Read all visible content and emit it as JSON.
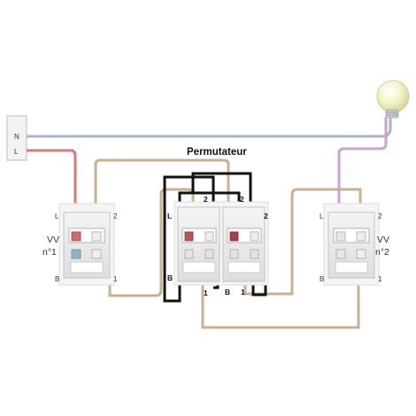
{
  "supply": {
    "neutral_label": "N",
    "live_label": "L"
  },
  "permutateur": {
    "title": "Permutateur",
    "left_block": {
      "top_label": "2",
      "left_label": "L",
      "bottom_left_label": "B",
      "bottom_label": "1"
    },
    "right_block": {
      "top_label": "2",
      "right_label": "2",
      "bottom_left_label": "B",
      "bottom_label": "1"
    }
  },
  "switch_vv1": {
    "name_line1": "VV",
    "name_line2": "n°1",
    "label_L": "L",
    "label_2": "2",
    "label_B": "B",
    "label_1": "1"
  },
  "switch_vv2": {
    "name_line1": "VV",
    "name_line2": "n°2",
    "label_L": "L",
    "label_2": "2",
    "label_B": "B",
    "label_1": "1"
  },
  "colors": {
    "neutral_wire": "#a9b3cc",
    "live_wire": "#d9787a",
    "return_wire": "#c9a2d6",
    "traveller_wire": "#c9b08f",
    "permutateur_wire": "#111111",
    "bulb": "#f1f0c2"
  }
}
